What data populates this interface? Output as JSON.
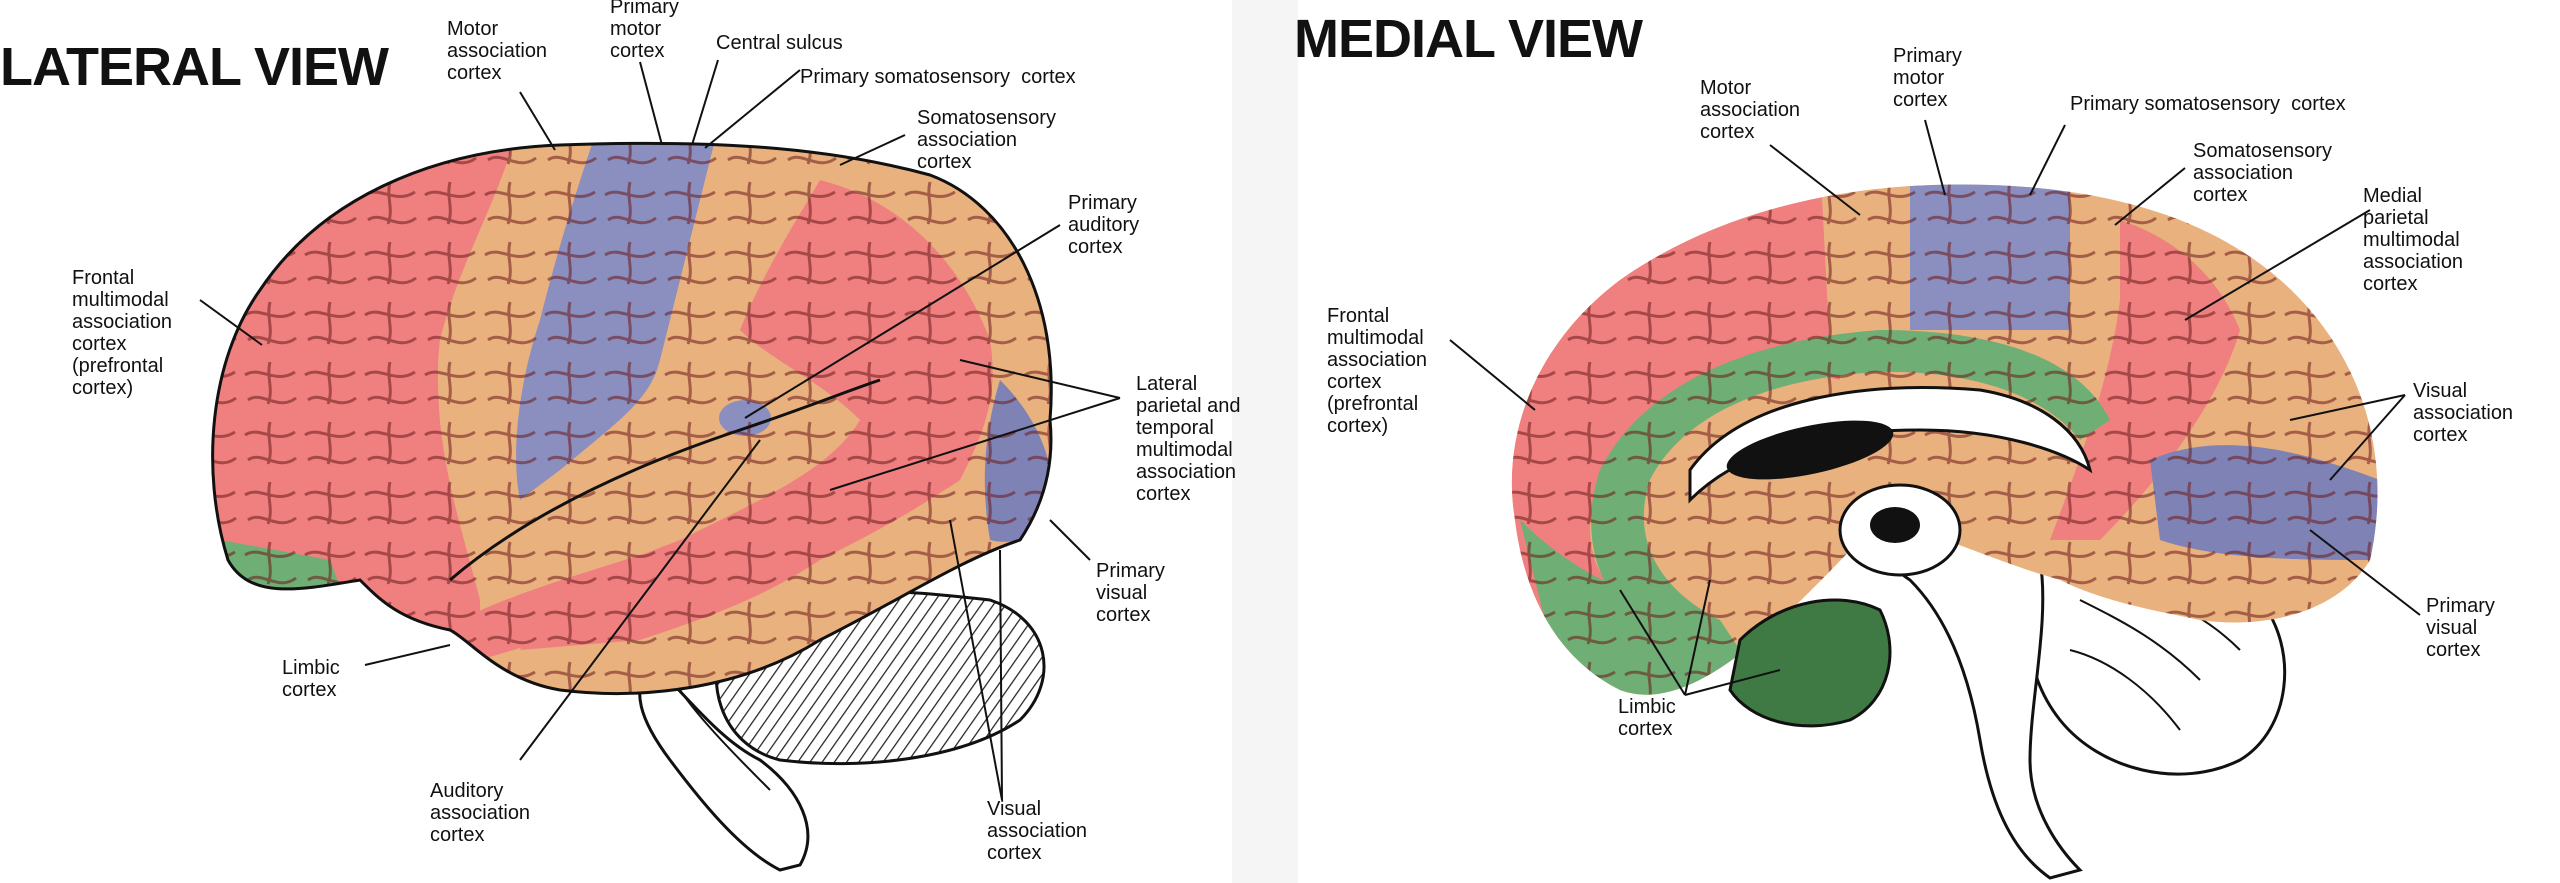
{
  "lateral": {
    "title": "LATERAL VIEW",
    "labels": {
      "motor_association": "Motor\nassociation\ncortex",
      "primary_motor": "Primary\nmotor\ncortex",
      "central_sulcus": "Central sulcus",
      "primary_somatosensory": "Primary somatosensory  cortex",
      "somatosensory_association": "Somatosensory\nassociation\ncortex",
      "primary_auditory": "Primary\nauditory\ncortex",
      "frontal_multimodal": "Frontal\nmultimodal\nassociation\ncortex\n(prefrontal\ncortex)",
      "lateral_parietal_temporal": "Lateral\nparietal and\ntemporal\nmultimodal\nassociation\ncortex",
      "primary_visual": "Primary\nvisual\ncortex",
      "limbic": "Limbic\ncortex",
      "auditory_association": "Auditory\nassociation\ncortex",
      "visual_association": "Visual\nassociation\ncortex"
    }
  },
  "medial": {
    "title": "MEDIAL VIEW",
    "labels": {
      "motor_association": "Motor\nassociation\ncortex",
      "primary_motor": "Primary\nmotor\ncortex",
      "primary_somatosensory": "Primary somatosensory  cortex",
      "somatosensory_association": "Somatosensory\nassociation\ncortex",
      "medial_parietal": "Medial\nparietal\nmultimodal\nassociation\ncortex",
      "frontal_multimodal": "Frontal\nmultimodal\nassociation\ncortex\n(prefrontal\ncortex)",
      "visual_association": "Visual\nassociation\ncortex",
      "primary_visual": "Primary\nvisual\ncortex",
      "limbic": "Limbic\ncortex"
    }
  },
  "colors": {
    "multimodal_red": "#f08080",
    "unimodal_tan": "#e9b17e",
    "primary_purple": "#8a8fc0",
    "limbic_green": "#6fae74",
    "sulcus_dark": "#5a2a1a",
    "outline": "#111111"
  }
}
